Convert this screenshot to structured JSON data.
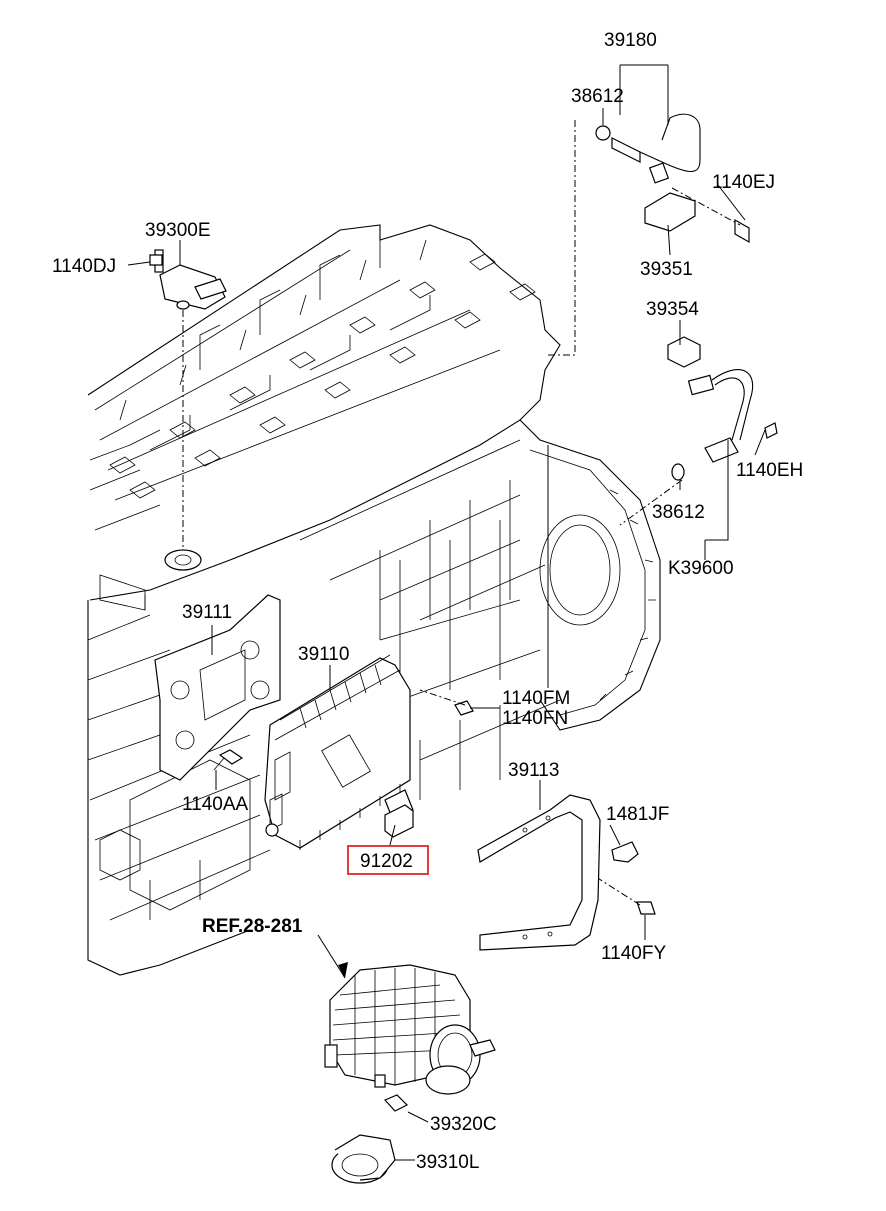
{
  "highlight_color": "#e0262b",
  "labels": {
    "p39180": "39180",
    "p38612_top": "38612",
    "p1140EJ": "1140EJ",
    "p39351": "39351",
    "p39300E": "39300E",
    "p1140DJ": "1140DJ",
    "p39354": "39354",
    "p1140EH": "1140EH",
    "p38612_mid": "38612",
    "pK39600": "K39600",
    "p39111": "39111",
    "p39110": "39110",
    "p1140FM": "1140FM",
    "p1140FN": "1140FN",
    "p1140AA": "1140AA",
    "p39113": "39113",
    "p1481JF": "1481JF",
    "p91202": "91202",
    "p1140FY": "1140FY",
    "ref": "REF.28-281",
    "p39320C": "39320C",
    "p39310L": "39310L"
  }
}
